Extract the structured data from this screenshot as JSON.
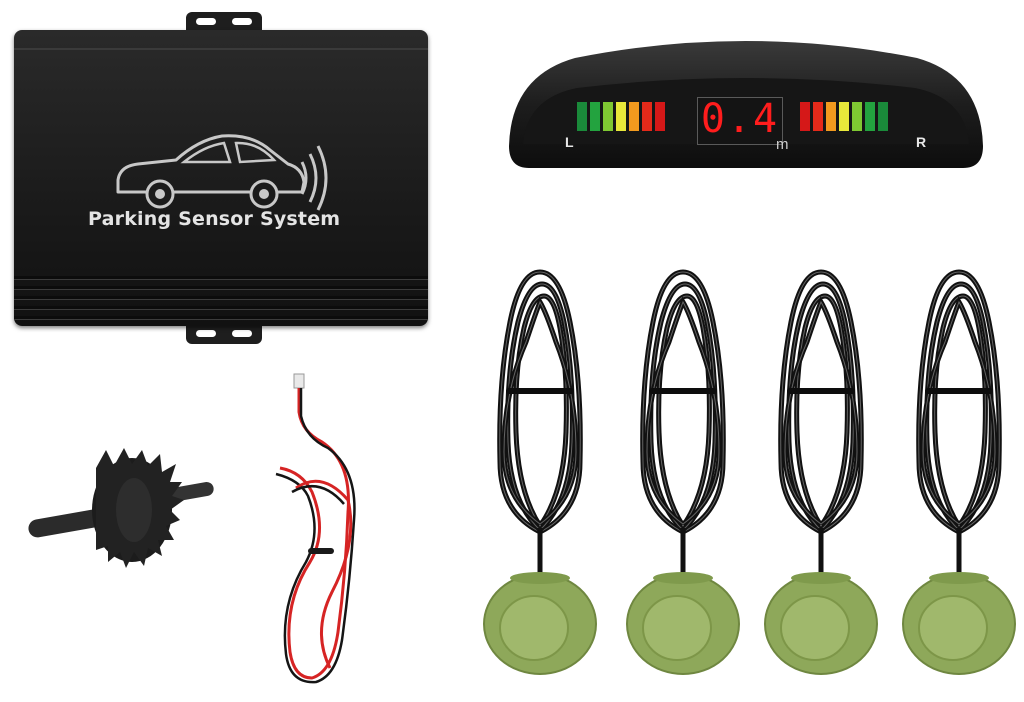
{
  "product": {
    "control_box_label": "Parking Sensor System"
  },
  "display": {
    "distance_value": "0.4",
    "distance_unit": "m",
    "left_label": "L",
    "right_label": "R",
    "bar_colors_left": [
      "#1a8a3a",
      "#23a33f",
      "#7fc832",
      "#e8e83a",
      "#f29a1e",
      "#e52a1a",
      "#d51818"
    ],
    "bar_colors_right": [
      "#d51818",
      "#e52a1a",
      "#f29a1e",
      "#e8e83a",
      "#7fc832",
      "#23a33f",
      "#1a8a3a"
    ]
  },
  "accessories": {
    "sensor_count": 4,
    "sensor_color": "#8ea85a",
    "cable_color": "#111111",
    "power_wire_colors": [
      "#d62424",
      "#111111"
    ]
  }
}
